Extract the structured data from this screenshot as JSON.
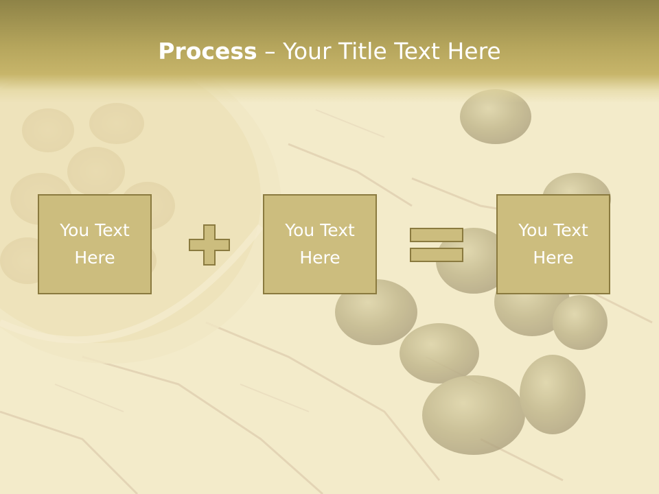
{
  "slide": {
    "title_bold": "Process",
    "title_rest": " – Your Title Text Here"
  },
  "boxes": [
    {
      "text": "You Text Here"
    },
    {
      "text": "You Text Here"
    },
    {
      "text": "You Text Here"
    }
  ],
  "operators": [
    "plus-icon",
    "equals-icon"
  ],
  "colors": {
    "title_band": "#b5a55c",
    "box_fill": "#ccbd7e",
    "box_border": "#8a7a3f",
    "background": "#f3eccc"
  }
}
